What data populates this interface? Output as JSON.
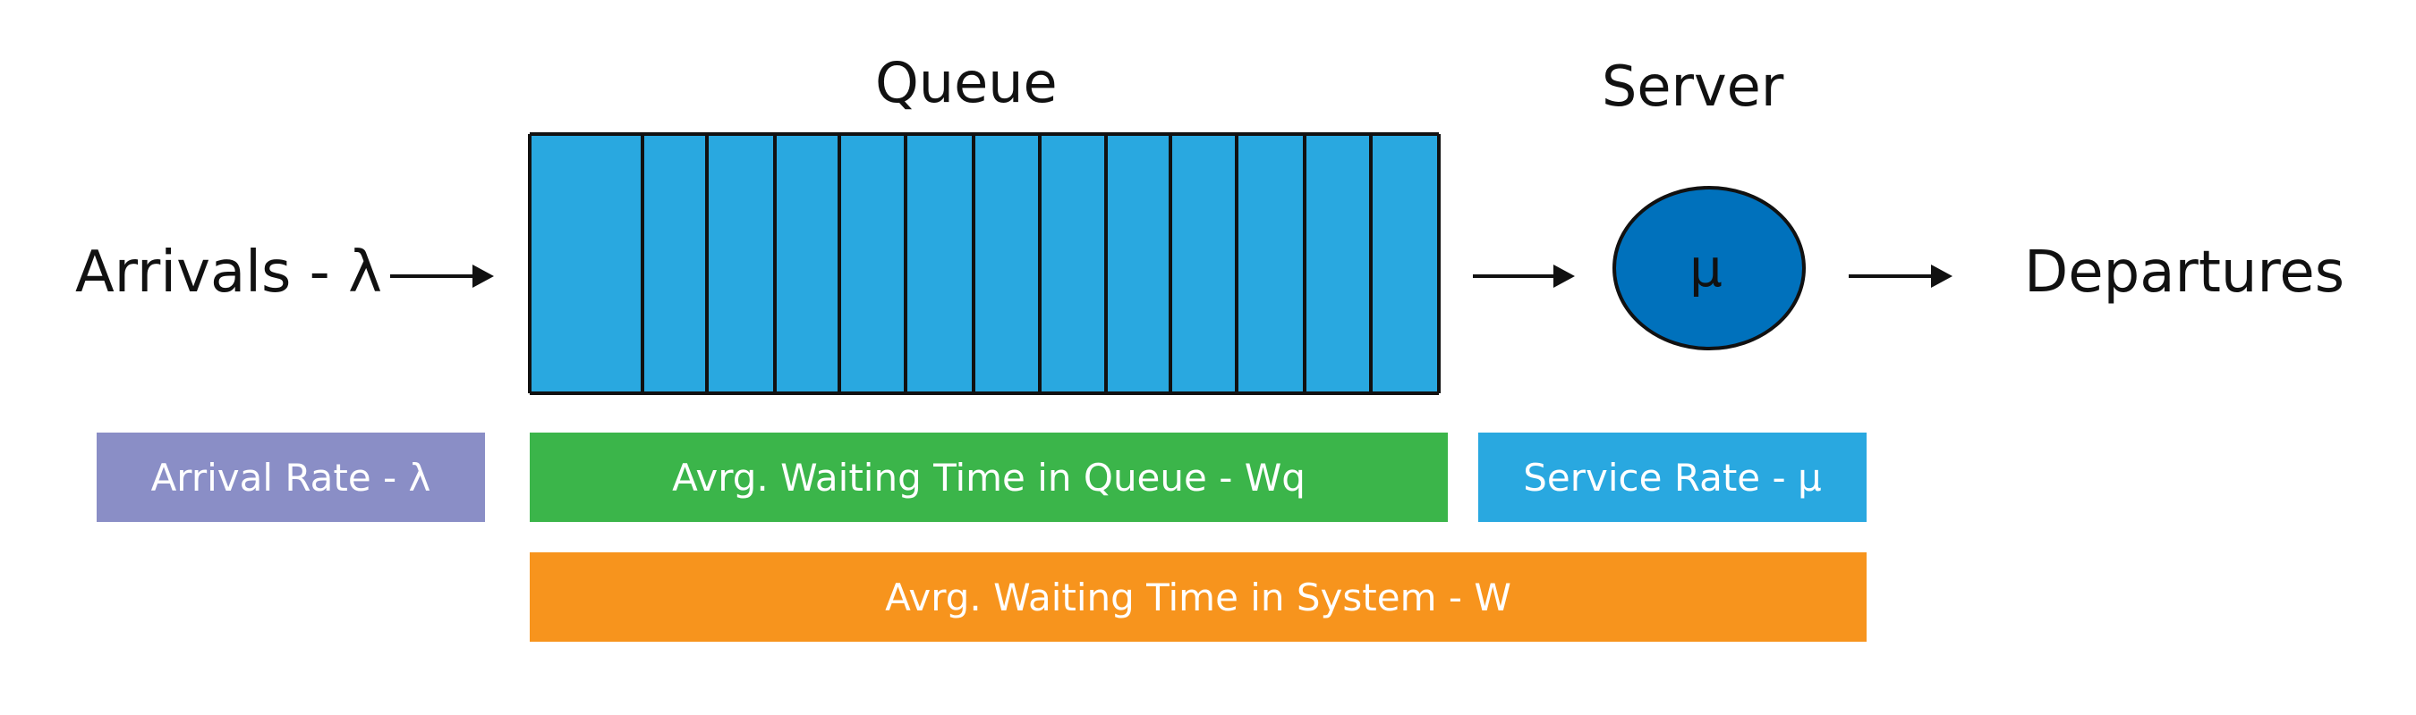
{
  "diagram": {
    "titles": {
      "queue": "Queue",
      "server": "Server"
    },
    "flow": {
      "arrivals": "Arrivals - λ",
      "server_symbol": "μ",
      "departures": "Departures"
    },
    "queue": {
      "slot_count": 13
    },
    "legend_boxes": {
      "arrival_rate": "Arrival Rate - λ",
      "queue_wait": "Avrg. Waiting Time in Queue - Wq",
      "service_rate": "Service Rate - μ",
      "system_wait": "Avrg. Waiting Time in System - W"
    },
    "colors": {
      "queue_fill": "#29A8E0",
      "server_fill": "#0071BC",
      "arrival_box": "#8A8EC6",
      "queue_box": "#3BB54A",
      "service_box": "#29A8E0",
      "system_box": "#F7941D"
    }
  }
}
